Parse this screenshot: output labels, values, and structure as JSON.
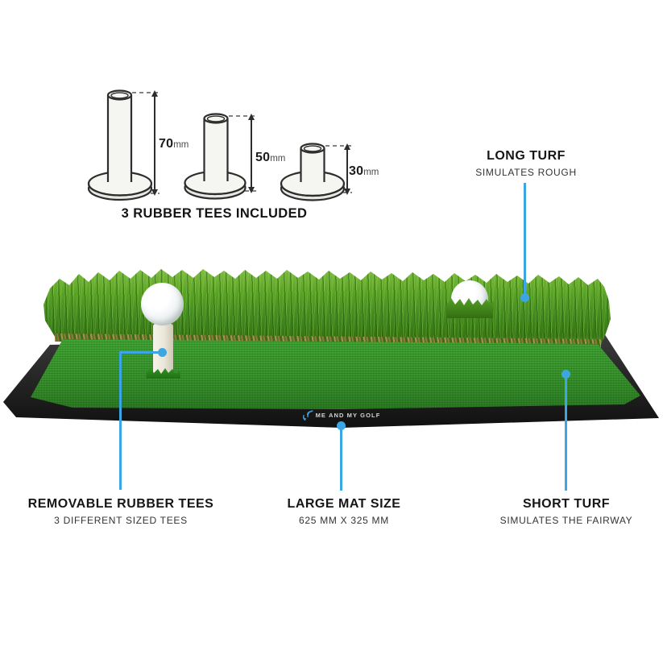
{
  "colors": {
    "accent_blue": "#3BA6E3"
  },
  "tee_diagram": {
    "caption": "3 RUBBER TEES INCLUDED",
    "tees": [
      {
        "value": "70",
        "unit": "mm"
      },
      {
        "value": "50",
        "unit": "mm"
      },
      {
        "value": "30",
        "unit": "mm"
      }
    ]
  },
  "callouts": {
    "long_turf": {
      "title": "LONG TURF",
      "subtitle": "SIMULATES ROUGH"
    },
    "removable_tees": {
      "title": "REMOVABLE RUBBER TEES",
      "subtitle": "3 DIFFERENT SIZED TEES"
    },
    "mat_size": {
      "title": "LARGE MAT SIZE",
      "subtitle": "625 MM X 325 MM"
    },
    "short_turf": {
      "title": "SHORT TURF",
      "subtitle": "SIMULATES THE FAIRWAY"
    }
  },
  "mat": {
    "brand": "ME AND MY GOLF"
  }
}
